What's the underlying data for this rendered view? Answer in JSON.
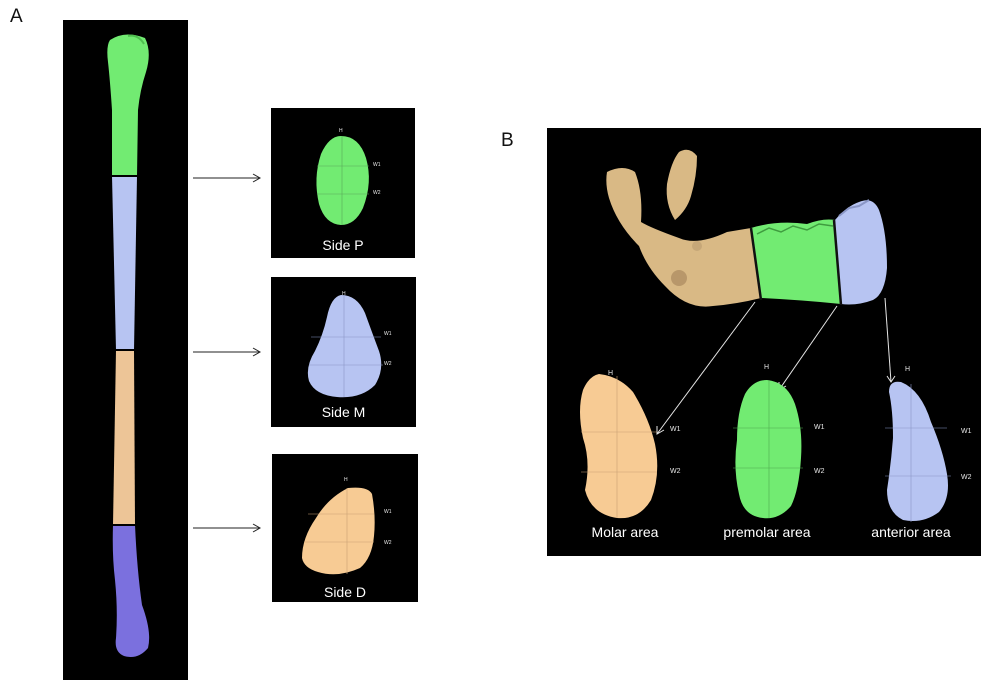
{
  "panels": {
    "a": {
      "letter": "A"
    },
    "b": {
      "letter": "B"
    }
  },
  "panel_a": {
    "sections": [
      {
        "caption": "Side P",
        "color": "#72EB72",
        "h": "H",
        "w1": "W1",
        "w2": "W2"
      },
      {
        "caption": "Side M",
        "color": "#B7C4F2",
        "h": "H",
        "w1": "W1",
        "w2": "W2"
      },
      {
        "caption": "Side D",
        "color": "#F7CB94",
        "h": "H",
        "w1": "W1",
        "w2": "W2"
      }
    ],
    "bone_colors": [
      "#72EB72",
      "#B7C4F2",
      "#EDC597",
      "#7B70DE"
    ]
  },
  "panel_b": {
    "areas": [
      {
        "caption": "Molar area",
        "color": "#F7CB94",
        "h": "H",
        "w1": "W1",
        "w2": "W2"
      },
      {
        "caption": "premolar area",
        "color": "#72EB72",
        "h": "H",
        "w1": "W1",
        "w2": "W2"
      },
      {
        "caption": "anterior area",
        "color": "#B7C4F2",
        "h": "H",
        "w1": "W1",
        "w2": "W2"
      }
    ],
    "mandible_color": "#D9B985"
  }
}
